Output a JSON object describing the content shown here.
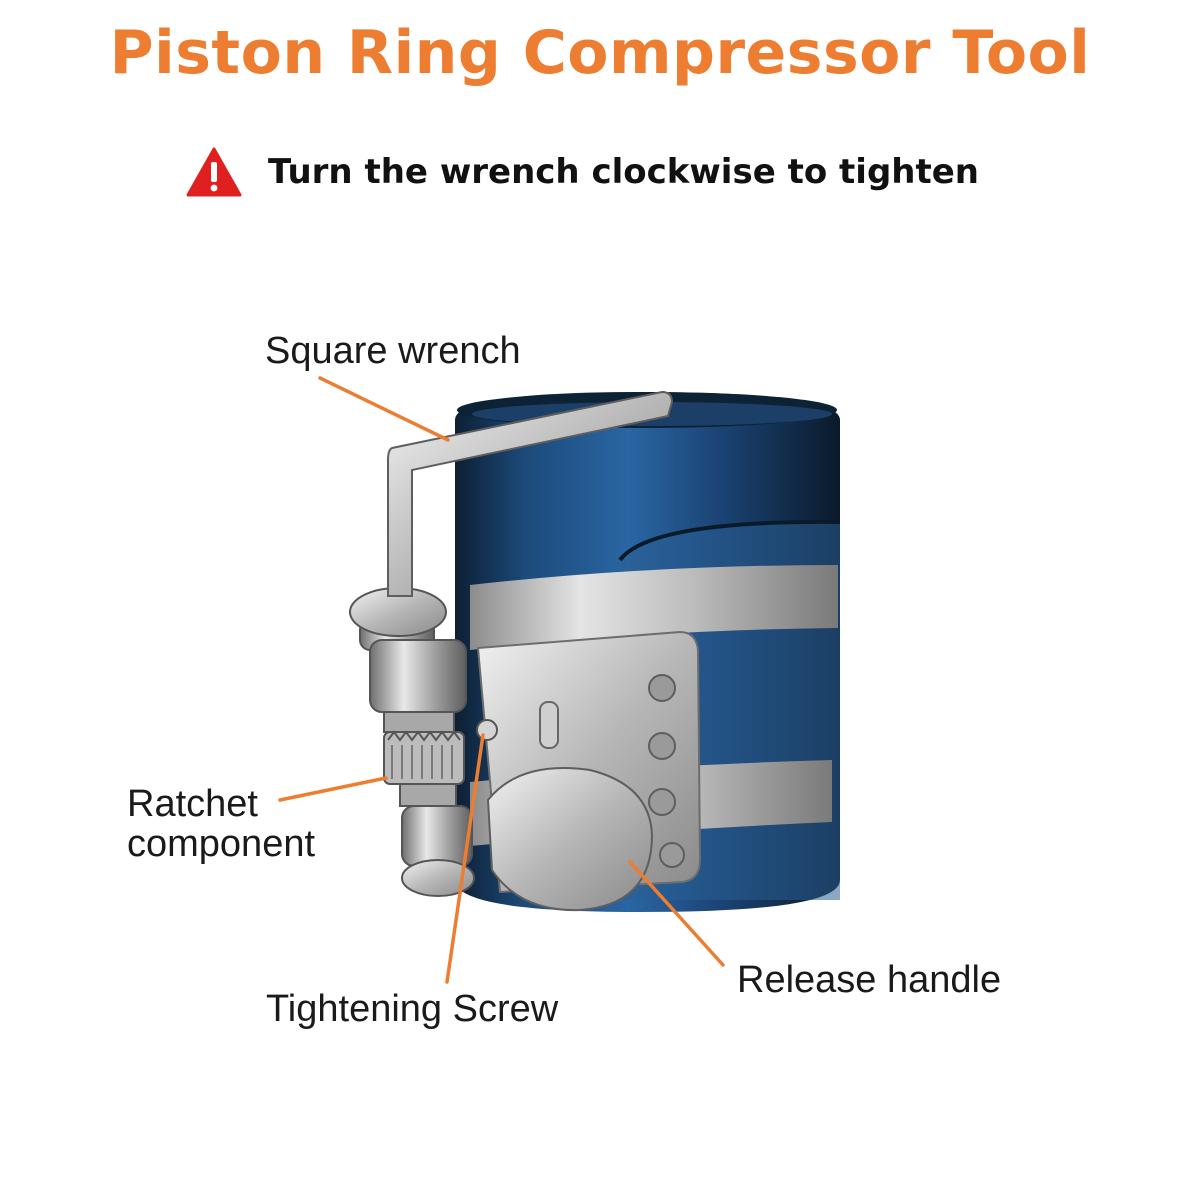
{
  "title": "Piston Ring Compressor Tool",
  "warning": {
    "icon": "warning-triangle-icon",
    "text": "Turn the wrench clockwise to tighten"
  },
  "labels": {
    "square_wrench": "Square wrench",
    "ratchet_line1": "Ratchet",
    "ratchet_line2": "component",
    "tightening_screw": "Tightening Screw",
    "release_handle": "Release handle"
  },
  "colors": {
    "title": "#ED7D31",
    "leader": "#ED7D31",
    "warning_red": "#E02020",
    "band_blue": "#1F4E79",
    "steel": "#B8B8B8"
  }
}
